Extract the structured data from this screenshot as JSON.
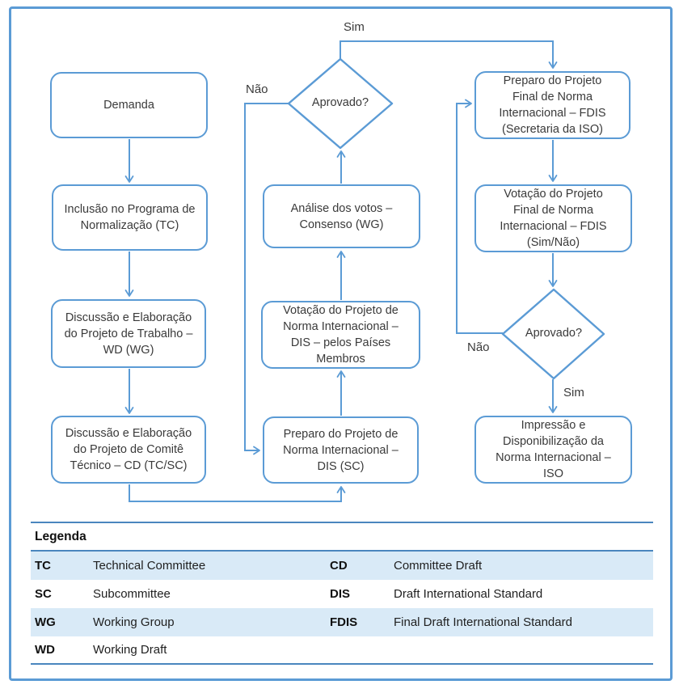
{
  "colors": {
    "accent_blue": "#5b9bd5",
    "legend_rule_blue": "#4a86be",
    "legend_row_shade": "#d9eaf7",
    "text_dark": "#3a3a3a"
  },
  "flowchart": {
    "nodes": {
      "demanda": "Demanda",
      "inclusao": "Inclusão no Programa de Normalização (TC)",
      "discussao_wd": "Discussão e Elaboração do Projeto de Trabalho – WD (WG)",
      "discussao_cd": "Discussão e Elaboração do Projeto de Comitê Técnico – CD (TC/SC)",
      "preparo_dis": "Preparo do Projeto de Norma Internacional – DIS (SC)",
      "votacao_dis": "Votação do Projeto de Norma Internacional – DIS – pelos Países Membros",
      "analise_votos": "Análise dos votos – Consenso (WG)",
      "aprovado_1": "Aprovado?",
      "preparo_fdis": "Preparo do Projeto Final de Norma Internacional – FDIS (Secretaria da ISO)",
      "votacao_fdis": "Votação do Projeto Final de Norma Internacional – FDIS (Sim/Não)",
      "aprovado_2": "Aprovado?",
      "impressao": "Impressão e Disponibilização da Norma Internacional – ISO"
    },
    "edge_labels": {
      "sim_top": "Sim",
      "nao_left": "Não",
      "nao_right": "Não",
      "sim_right": "Sim"
    }
  },
  "legend": {
    "title": "Legenda",
    "rows": [
      {
        "left": {
          "abbr": "TC",
          "def": "Technical Committee"
        },
        "right": {
          "abbr": "CD",
          "def": "Committee Draft"
        }
      },
      {
        "left": {
          "abbr": "SC",
          "def": "Subcommittee"
        },
        "right": {
          "abbr": "DIS",
          "def": "Draft International Standard"
        }
      },
      {
        "left": {
          "abbr": "WG",
          "def": "Working Group"
        },
        "right": {
          "abbr": "FDIS",
          "def": "Final Draft International Standard"
        }
      },
      {
        "left": {
          "abbr": "WD",
          "def": "Working Draft"
        },
        "right": {
          "abbr": "",
          "def": ""
        }
      }
    ]
  }
}
